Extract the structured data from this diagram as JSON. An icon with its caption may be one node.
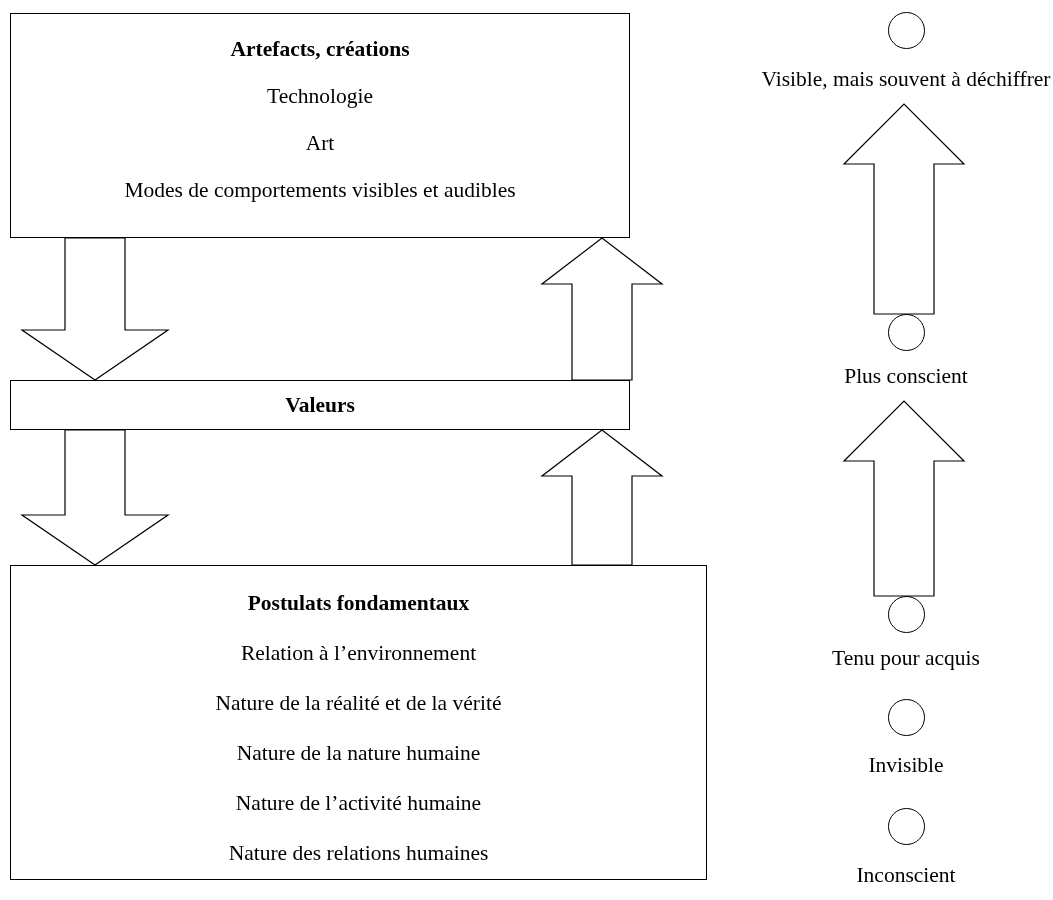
{
  "diagram": {
    "nodes": [
      {
        "text": [
          "Artefacts, créations",
          "Technologie",
          "Art",
          "Modes de comportements visibles et audibles"
        ]
      },
      {
        "text": [
          "Valeurs"
        ]
      },
      {
        "text": [
          "Postulats fondamentaux",
          "Relation à l’environnement",
          "Nature de la réalité et de la vérité",
          "Nature de la nature humaine",
          "Nature de l’activité humaine",
          "Nature des relations humaines"
        ]
      },
      {
        "text": [],
        "shape": "circle",
        "beside": [
          "Visible, mais souvent à déchiffrer"
        ]
      },
      {
        "text": [],
        "shape": "circle",
        "beside": [
          "Plus conscient"
        ]
      },
      {
        "text": [],
        "shape": "circle",
        "beside": [
          "Tenu pour acquis"
        ]
      },
      {
        "text": [],
        "shape": "circle",
        "beside": [
          "Invisible"
        ]
      },
      {
        "text": [],
        "shape": "circle",
        "beside": [
          "Inconscient"
        ]
      }
    ],
    "edges": [
      {
        "from": 0,
        "to": 1,
        "arrow": "to"
      },
      {
        "from": 1,
        "to": 0,
        "arrow": "to"
      },
      {
        "from": 1,
        "to": 2,
        "arrow": "to"
      },
      {
        "from": 2,
        "to": 1,
        "arrow": "to"
      },
      {
        "from": 4,
        "to": 3,
        "arrow": "to"
      },
      {
        "from": 5,
        "to": 4,
        "arrow": "to"
      }
    ]
  }
}
